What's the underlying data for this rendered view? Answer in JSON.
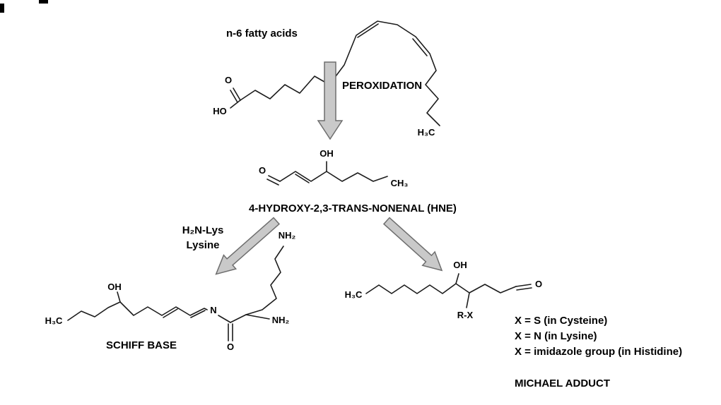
{
  "diagram": {
    "top": {
      "reactant_label": "n-6 fatty acids",
      "process_label": "PEROXIDATION"
    },
    "middle": {
      "product_name": "4-HYDROXY-2,3-TRANS-NONENAL (HNE)"
    },
    "left_branch": {
      "reagent_line1": "H₂N-Lys",
      "reagent_line2": "Lysine",
      "product_label": "SCHIFF BASE"
    },
    "right_branch": {
      "product_label": "MICHAEL ADDUCT",
      "legend": [
        "X = S (in Cysteine)",
        "X = N (in Lysine)",
        "X = imidazole group (in Histidine)"
      ]
    },
    "atoms": {
      "fatty_acid": {
        "carbonyl_o": "O",
        "hydroxyl": "HO",
        "methyl": "H₃C"
      },
      "hne": {
        "aldehyde_o": "O",
        "hydroxyl": "OH",
        "methyl": "CH₃"
      },
      "schiff_base": {
        "hydroxyl": "OH",
        "methyl": "H₃C",
        "imine_n": "N",
        "amine_top": "NH₂",
        "amine_alpha": "NH₂",
        "carbonyl_o": "O"
      },
      "michael_adduct": {
        "hydroxyl": "OH",
        "methyl": "H₃C",
        "aldehyde_o": "O",
        "rx": "R-X"
      }
    },
    "colors": {
      "background": "#ffffff",
      "bond": "#1c1c1c",
      "arrow_fill": "#c9c9c9",
      "arrow_stroke": "#6e6e6e"
    }
  }
}
